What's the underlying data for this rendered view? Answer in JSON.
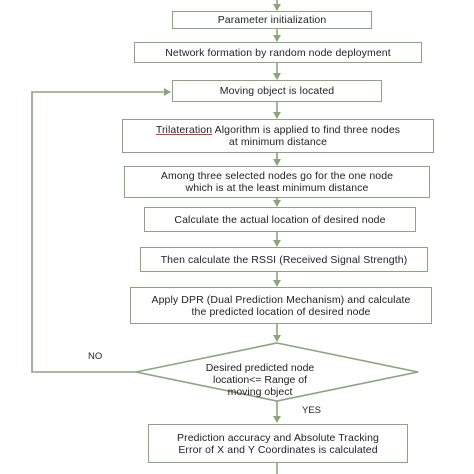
{
  "steps": [
    {
      "id": "parameter-initialization",
      "lines": [
        "Parameter initialization"
      ]
    },
    {
      "id": "network-formation",
      "lines": [
        "Network formation by random node deployment"
      ]
    },
    {
      "id": "moving-object-located",
      "lines": [
        "Moving object is located"
      ]
    },
    {
      "id": "trilateration",
      "first_word": "Trilateration",
      "lines": [
        " Algorithm is applied to find three nodes",
        "at minimum distance"
      ]
    },
    {
      "id": "select-node",
      "lines": [
        "Among three selected nodes go for the one node",
        "which is at the least minimum distance"
      ]
    },
    {
      "id": "actual-location",
      "lines": [
        "Calculate the actual location of desired node"
      ]
    },
    {
      "id": "rssi",
      "lines": [
        "Then calculate the RSSI (Received Signal Strength)"
      ]
    },
    {
      "id": "dpr",
      "lines": [
        "Apply DPR (Dual Prediction Mechanism) and calculate",
        "the predicted location of desired node"
      ]
    },
    {
      "id": "accuracy",
      "lines": [
        "Prediction accuracy and Absolute Tracking",
        "Error of X and Y Coordinates is calculated"
      ]
    }
  ],
  "decision": {
    "lines": [
      "Desired predicted node",
      "location<= Range of",
      "moving object"
    ],
    "no_label": "NO",
    "yes_label": "YES"
  },
  "colors": {
    "border": "#8aa67e",
    "arrow": "#8aa67e",
    "text": "#222222"
  }
}
